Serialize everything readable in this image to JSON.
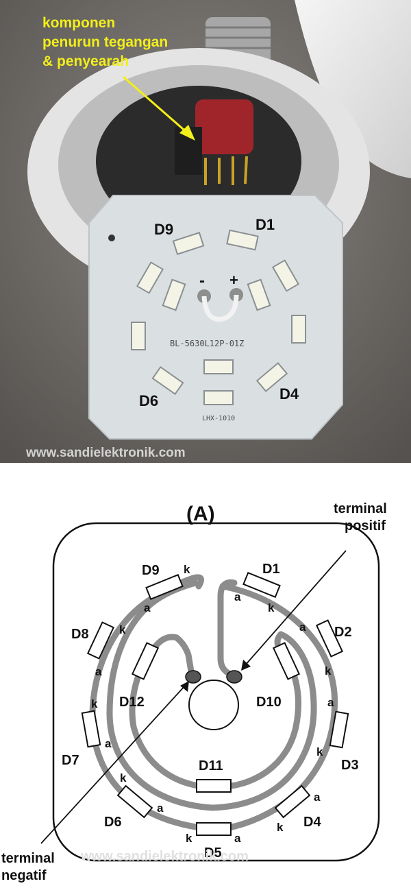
{
  "photo": {
    "annotation_lines": [
      "komponen",
      "penurun tegangan",
      "& penyearah"
    ],
    "board_code": "BL-5630L12P-01Z",
    "board_code2": "LHX-1010",
    "labels": [
      "D9",
      "D1",
      "D6",
      "D4"
    ],
    "minus": "-",
    "plus": "+",
    "watermark": "www.sandielektronik.com",
    "colors": {
      "annotation": "#f2ef1a",
      "board": "#dadfe2",
      "background": "#6e6a66"
    }
  },
  "diagram": {
    "title": "(A)",
    "terminal_positive": [
      "terminal",
      "positif"
    ],
    "terminal_negative": [
      "terminal",
      "negatif"
    ],
    "watermark": "www.sandielektronik.com",
    "leds": [
      {
        "label": "D1",
        "a": "a",
        "k": "k"
      },
      {
        "label": "D2",
        "a": "a",
        "k": "k"
      },
      {
        "label": "D3",
        "a": "a",
        "k": "k"
      },
      {
        "label": "D4",
        "a": "a",
        "k": "k"
      },
      {
        "label": "D5",
        "a": "a",
        "k": "k"
      },
      {
        "label": "D6",
        "a": "a",
        "k": "k"
      },
      {
        "label": "D7",
        "a": "a",
        "k": "k"
      },
      {
        "label": "D8",
        "a": "a",
        "k": "k"
      },
      {
        "label": "D9",
        "a": "a",
        "k": "k"
      },
      {
        "label": "D10"
      },
      {
        "label": "D11"
      },
      {
        "label": "D12"
      }
    ],
    "colors": {
      "trace": "#8c8c8c",
      "pad": "#555555"
    }
  }
}
